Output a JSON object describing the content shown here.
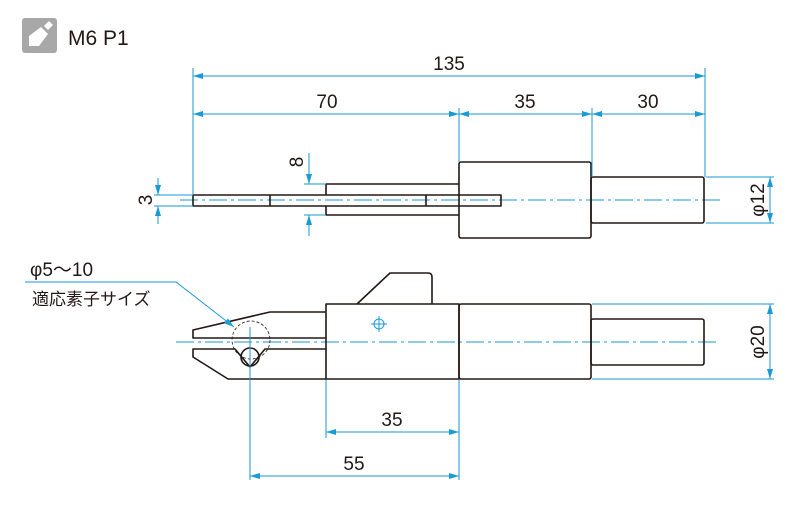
{
  "header": {
    "icon": "pen-nib-icon",
    "title": "M6 P1"
  },
  "colors": {
    "dimension": "#1a9ad6",
    "outline": "#231815",
    "icon_bg": "#a8a8a8"
  },
  "top_view": {
    "overall_length": "135",
    "blade_length": "70",
    "body_length": "35",
    "shaft_length": "30",
    "blade_thickness": "3",
    "holder_thickness": "8",
    "shaft_diameter": "φ12"
  },
  "side_view": {
    "element_size_range": "φ5〜10",
    "element_size_label": "適応素子サイズ",
    "holder_length": "35",
    "grip_to_body": "55",
    "body_diameter": "φ20"
  }
}
